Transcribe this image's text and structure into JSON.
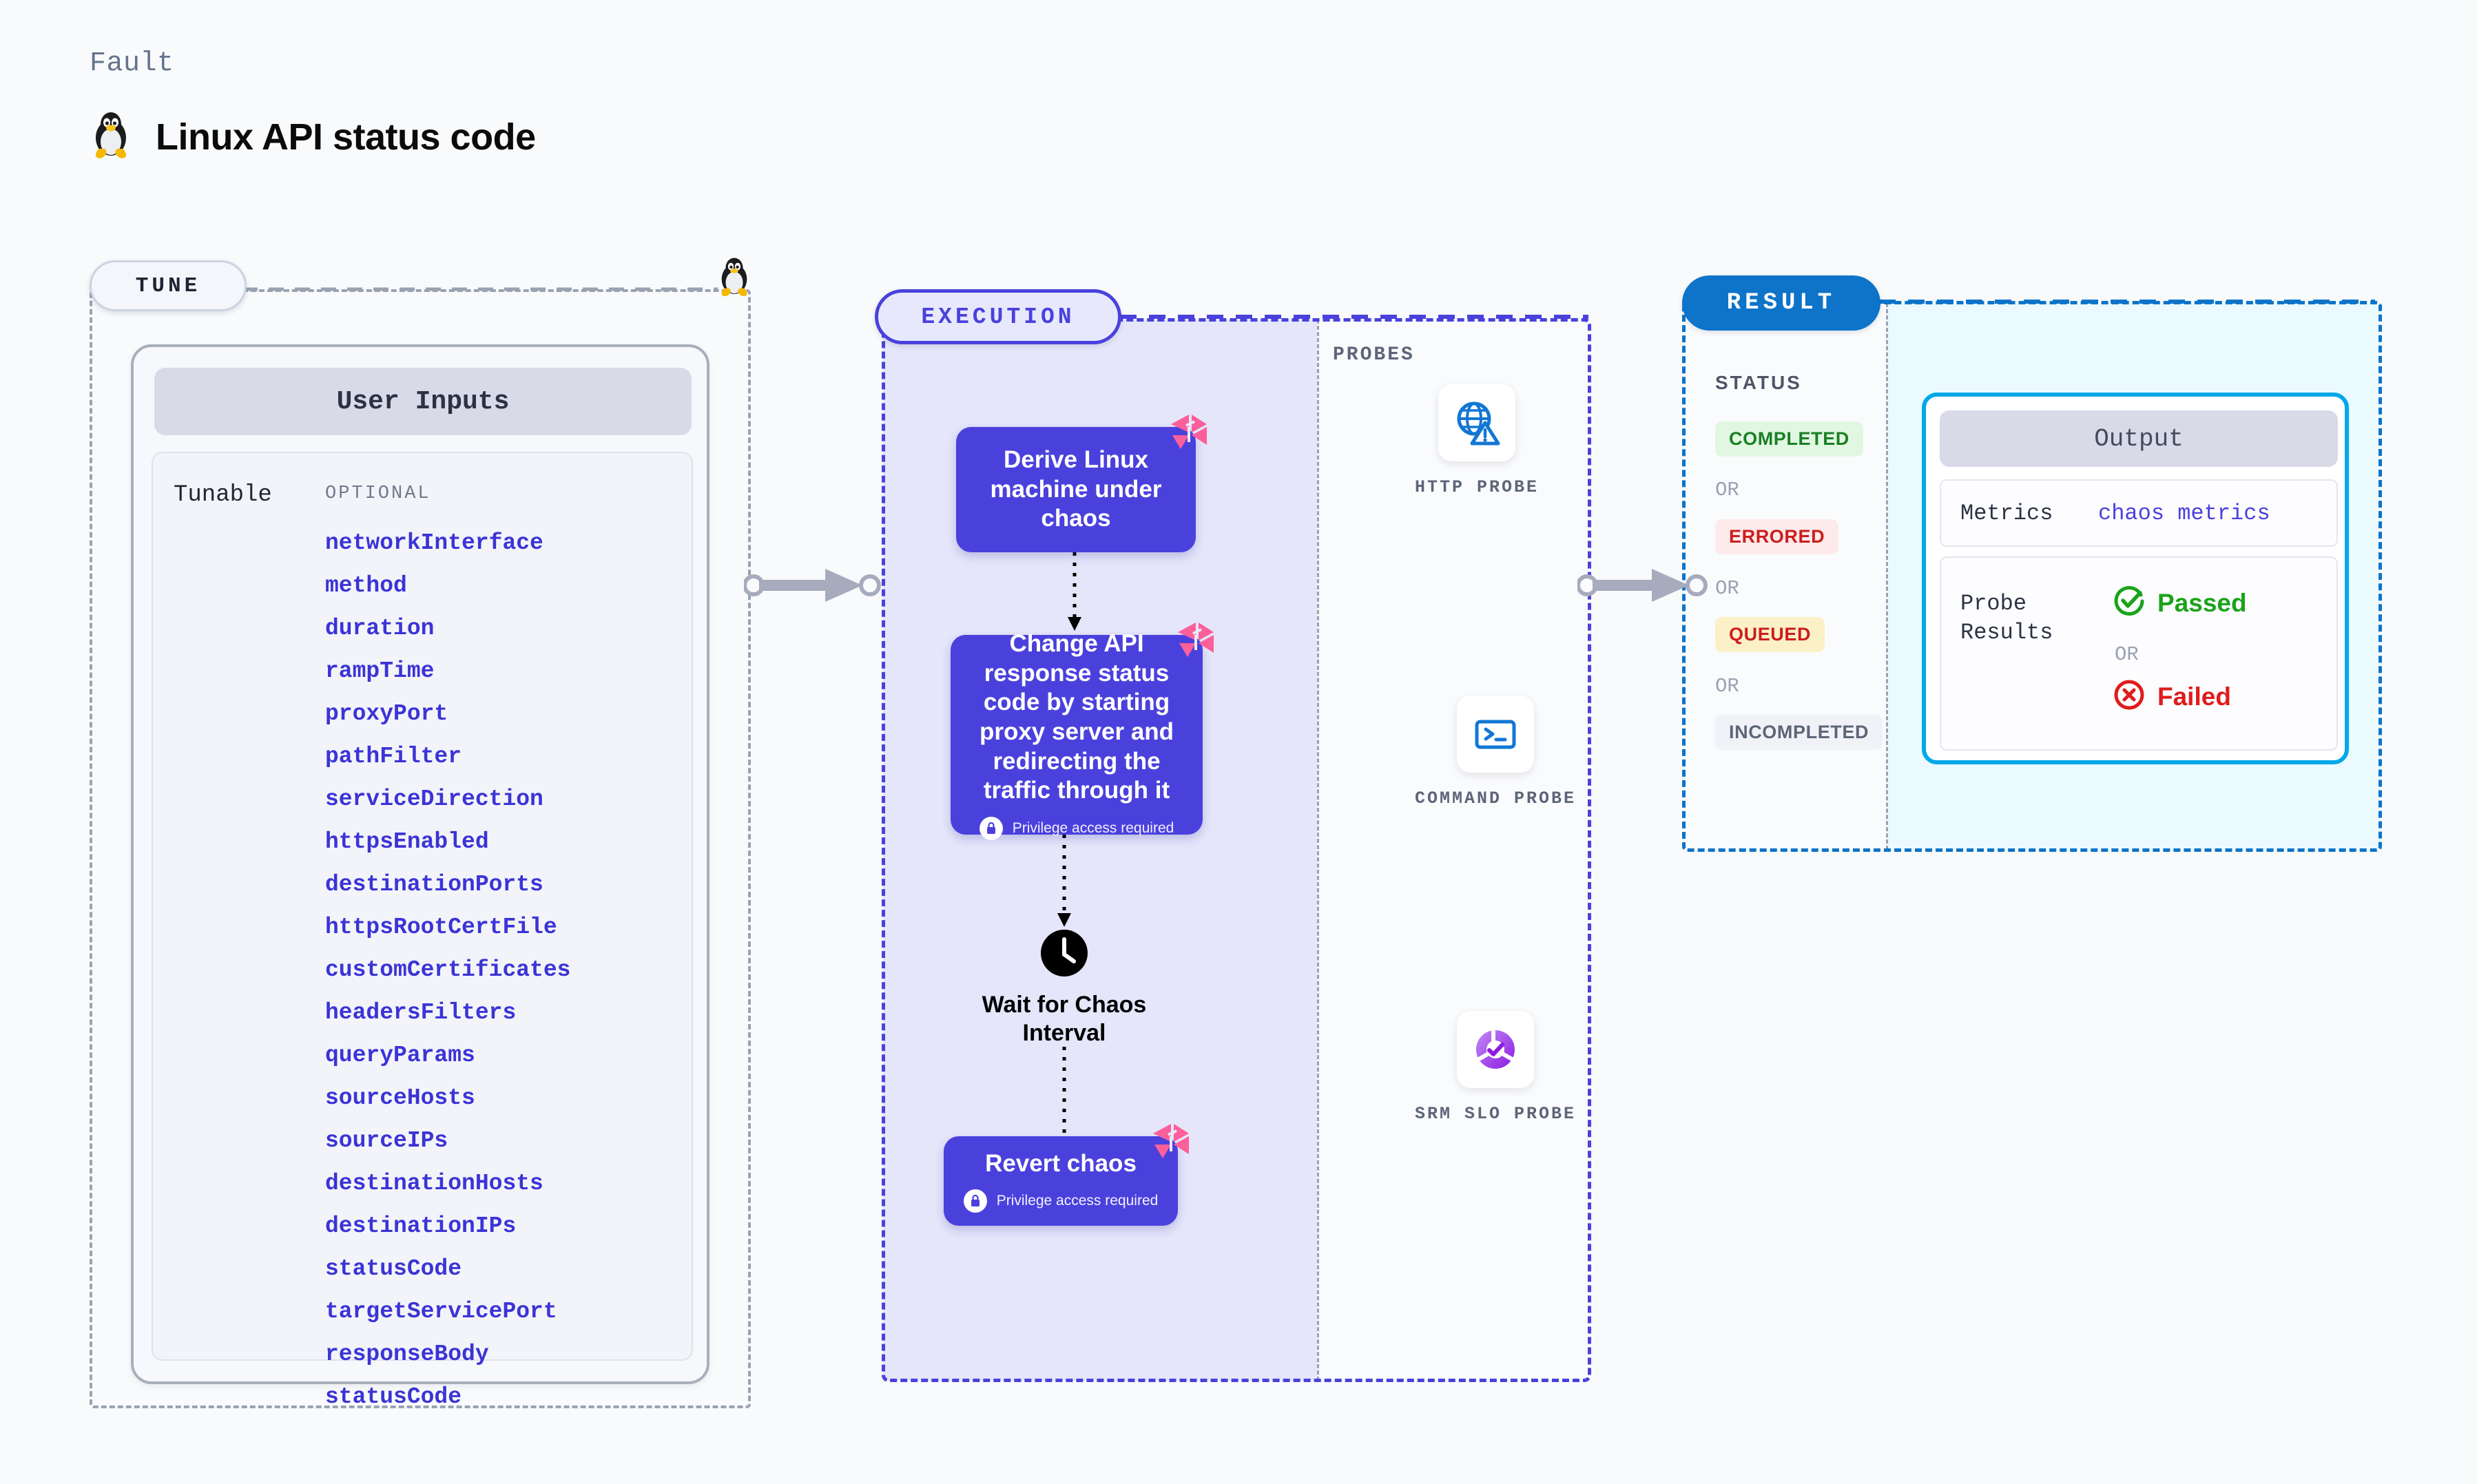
{
  "header": {
    "eyebrow": "Fault",
    "title": "Linux API status code",
    "icon": "linux-penguin-icon"
  },
  "tune": {
    "pill_label": "TUNE",
    "card_title": "User Inputs",
    "tunable_label": "Tunable",
    "optional_label": "OPTIONAL",
    "tunables": [
      "networkInterface",
      "method",
      "duration",
      "rampTime",
      "proxyPort",
      "pathFilter",
      "serviceDirection",
      "httpsEnabled",
      "destinationPorts",
      "httpsRootCertFile",
      "customCertificates",
      "headersFilters",
      "queryParams",
      "sourceHosts",
      "sourceIPs",
      "destinationHosts",
      "destinationIPs",
      "statusCode",
      "targetServicePort",
      "responseBody",
      "statusCode"
    ]
  },
  "execution": {
    "pill_label": "EXECUTION",
    "nodes": [
      {
        "text": "Derive Linux machine under chaos",
        "privilege": null,
        "badge": "litmus-logo-icon"
      },
      {
        "text": "Change API response status code by starting proxy server and redirecting the traffic through it",
        "privilege": "Privilege access required",
        "badge": "litmus-logo-icon"
      },
      {
        "text": "Revert chaos",
        "privilege": "Privilege access required",
        "badge": "litmus-logo-icon"
      }
    ],
    "wait_step": {
      "icon": "clock-icon",
      "label": "Wait for Chaos Interval"
    }
  },
  "probes": {
    "section_label": "PROBES",
    "items": [
      {
        "name": "HTTP PROBE",
        "icon": "globe-warning-icon"
      },
      {
        "name": "COMMAND PROBE",
        "icon": "terminal-icon"
      },
      {
        "name": "SRM SLO PROBE",
        "icon": "slo-donut-check-icon"
      }
    ]
  },
  "result": {
    "pill_label": "RESULT",
    "status_label": "STATUS",
    "or_label": "OR",
    "statuses": [
      {
        "label": "COMPLETED",
        "color": "#1a7f25",
        "bg": "#e2f7e2"
      },
      {
        "label": "ERRORED",
        "color": "#cc1d1d",
        "bg": "#fdeaea"
      },
      {
        "label": "QUEUED",
        "color": "#cc1d1d",
        "bg": "#fcf0c8"
      },
      {
        "label": "INCOMPLETED",
        "color": "#5d6578",
        "bg": "#f1f2f7"
      }
    ],
    "output": {
      "title": "Output",
      "metrics_key": "Metrics",
      "metrics_value": "chaos metrics",
      "probe_results_key": "Probe Results",
      "passed_label": "Passed",
      "failed_label": "Failed",
      "or_label": "OR"
    }
  },
  "colors": {
    "primary_purple": "#4a41dd",
    "result_blue": "#0d74c9",
    "output_cyan": "#00a8e8",
    "accent_pink": "#fc5f9a",
    "passed_green": "#1aa31a",
    "failed_red": "#e01b1b"
  }
}
